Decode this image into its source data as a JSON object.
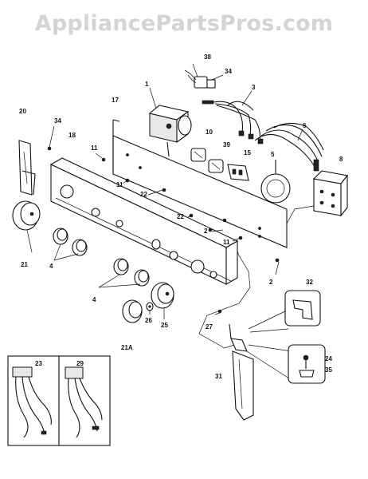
{
  "watermark": "AppliancePartsPros.com",
  "callouts": [
    "1",
    "2",
    "3",
    "4",
    "5",
    "6",
    "8",
    "10",
    "11",
    "15",
    "17",
    "18",
    "20",
    "21",
    "21A",
    "22",
    "23",
    "24",
    "25",
    "26",
    "27",
    "29",
    "31",
    "32",
    "34",
    "35",
    "38",
    "39"
  ]
}
